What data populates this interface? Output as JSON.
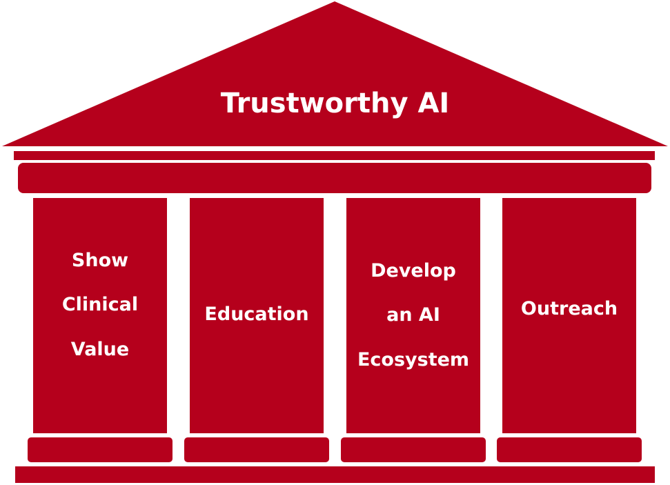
{
  "title": "Trustworthy AI",
  "pillars": [
    {
      "lines": [
        "Show",
        "Clinical",
        "Value"
      ]
    },
    {
      "lines": [
        "Education"
      ]
    },
    {
      "lines": [
        "Develop",
        "an AI",
        "Ecosystem"
      ]
    },
    {
      "lines": [
        "Outreach"
      ]
    }
  ],
  "colors": {
    "primary": "#b5001c",
    "background": "#ffffff"
  }
}
